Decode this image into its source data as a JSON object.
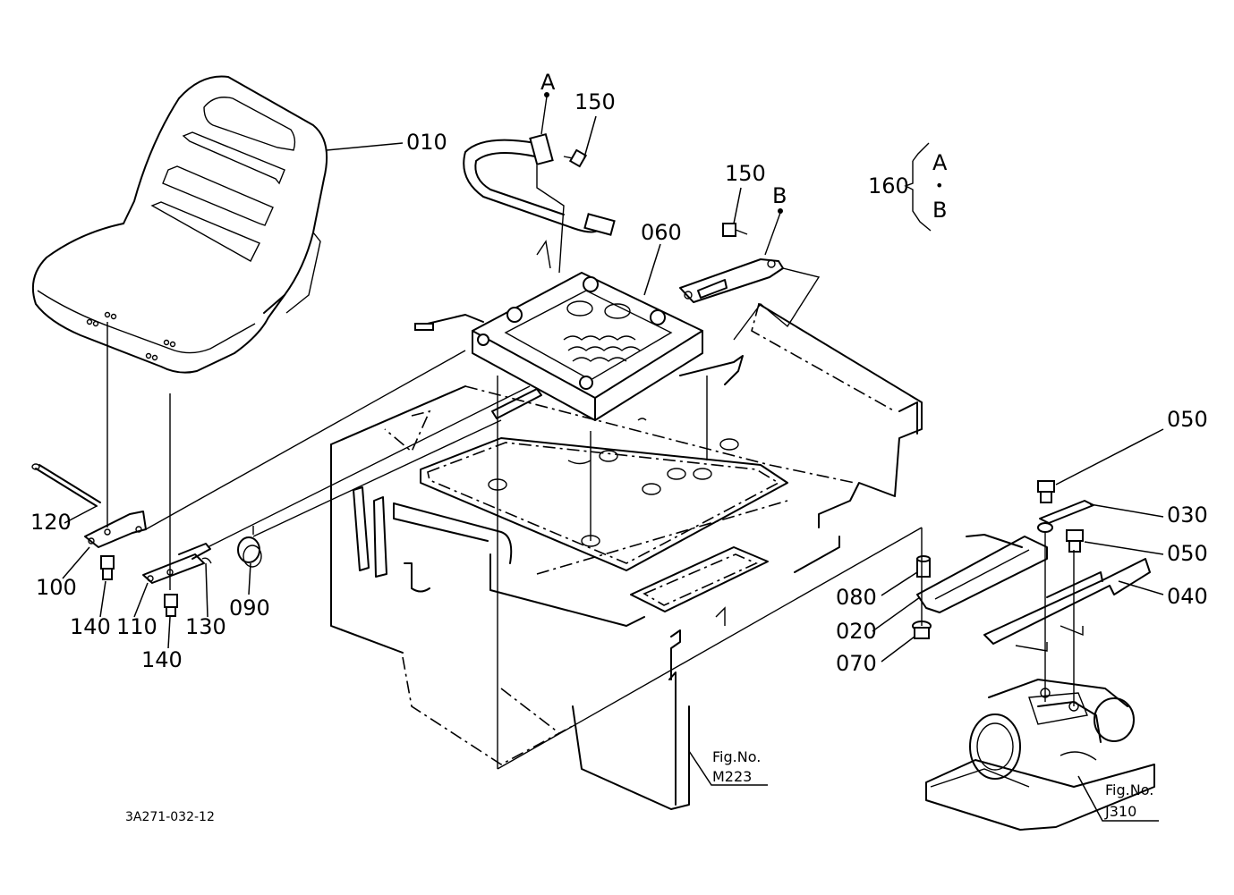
{
  "labels": {
    "seat": "010",
    "bracket_020": "020",
    "rail_030": "030",
    "rail_040": "040",
    "bolt_050_upper": "050",
    "bolt_050_lower": "050",
    "suspension_060": "060",
    "nut_070": "070",
    "spacer_080": "080",
    "knob_090": "090",
    "bracket_100": "100",
    "bracket_110": "110",
    "rod_120": "120",
    "pin_130": "130",
    "bolt_140_left": "140",
    "bolt_140_right": "140",
    "bolt_150_a": "150",
    "bolt_150_b": "150",
    "seatbelt_160": "160",
    "point_a_top": "A",
    "point_b_top": "B",
    "legend_a": "A",
    "legend_dot": "•",
    "legend_b": "B"
  },
  "figure_refs": {
    "m223_title": "Fig.No.",
    "m223_code": "M223",
    "j310_title": "Fig.No.",
    "j310_code": "J310"
  },
  "diagram_code": "3A271-032-12"
}
